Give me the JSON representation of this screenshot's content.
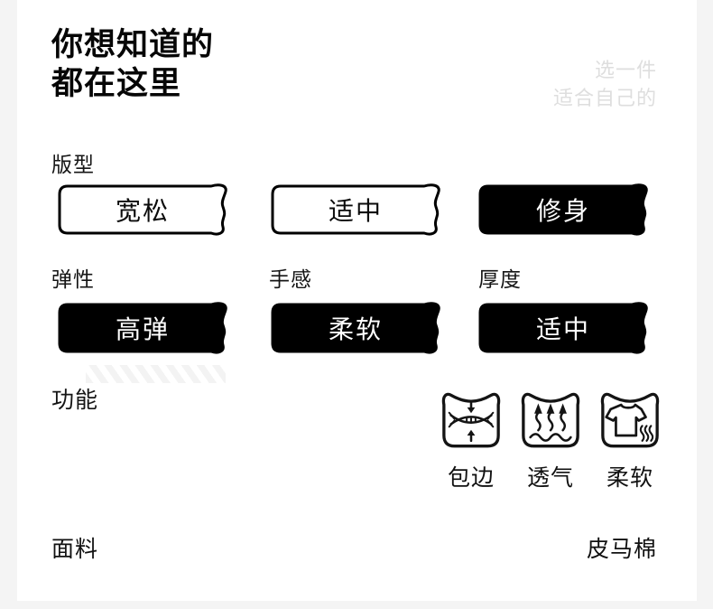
{
  "header": {
    "title_line1": "你想知道的",
    "title_line2": "都在这里",
    "tagline_line1": "选一件",
    "tagline_line2": "适合自己的"
  },
  "fit_section": {
    "label": "版型",
    "options": [
      {
        "label": "宽松",
        "selected": false
      },
      {
        "label": "适中",
        "selected": false
      },
      {
        "label": "修身",
        "selected": true
      }
    ]
  },
  "attribute_sections": [
    {
      "label": "弹性",
      "value": "高弹"
    },
    {
      "label": "手感",
      "value": "柔软"
    },
    {
      "label": "厚度",
      "value": "适中"
    }
  ],
  "features_section": {
    "label": "功能",
    "items": [
      {
        "icon": "edge-binding-icon",
        "label": "包边"
      },
      {
        "icon": "breathable-icon",
        "label": "透气"
      },
      {
        "icon": "soft-icon",
        "label": "柔软"
      }
    ]
  },
  "fabric_section": {
    "label": "面料",
    "value": "皮马棉"
  },
  "colors": {
    "ink": "#000000",
    "muted_text": "#dedede",
    "page_bg": "#f4f4f4",
    "card_bg": "#ffffff"
  }
}
